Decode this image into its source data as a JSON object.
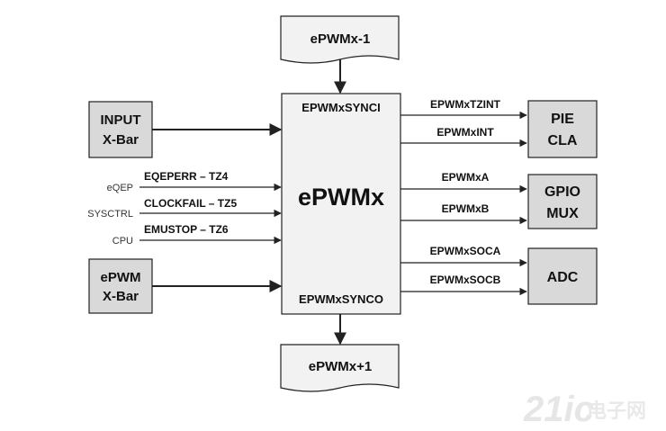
{
  "center_block": {
    "title": "ePWMx",
    "sync_in": "EPWMxSYNCI",
    "sync_out": "EPWMxSYNCO"
  },
  "top_block": "ePWMx-1",
  "bottom_block": "ePWMx+1",
  "left_inputs": {
    "input_xbar": [
      "INPUT",
      "X-Bar"
    ],
    "epwm_xbar": [
      "ePWM",
      "X-Bar"
    ],
    "signals": [
      {
        "source": "eQEP",
        "label": "EQEPERR – TZ4"
      },
      {
        "source": "SYSCTRL",
        "label": "CLOCKFAIL – TZ5"
      },
      {
        "source": "CPU",
        "label": "EMUSTOP – TZ6"
      }
    ]
  },
  "outputs": [
    {
      "labels": [
        "EPWMxTZINT",
        "EPWMxINT"
      ],
      "target": [
        "PIE",
        "CLA"
      ]
    },
    {
      "labels": [
        "EPWMxA",
        "EPWMxB"
      ],
      "target": [
        "GPIO",
        "MUX"
      ]
    },
    {
      "labels": [
        "EPWMxSOCA",
        "EPWMxSOCB"
      ],
      "target": [
        "ADC"
      ]
    }
  ],
  "watermark": {
    "logo": "21ic",
    "cn": "电子网"
  },
  "colors": {
    "block_fill": "#f2f2f2",
    "target_fill": "#d9d9d9",
    "stroke": "#222222"
  }
}
